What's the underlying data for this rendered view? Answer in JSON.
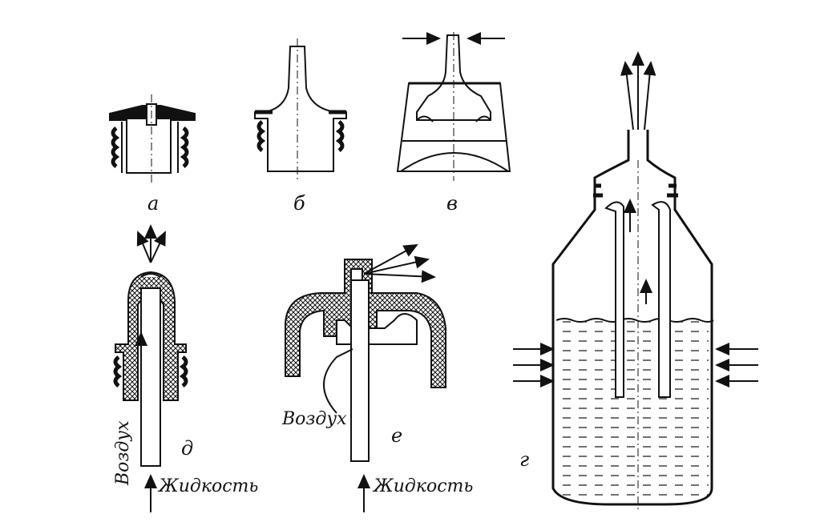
{
  "labels": {
    "a": "а",
    "b": "б",
    "v": "в",
    "g": "г",
    "d": "д",
    "e": "е",
    "air_left": "Воздух",
    "air_center": "Воздух",
    "liquid_left": "Жидкость",
    "liquid_center": "Жидкость"
  },
  "colors": {
    "ink": "#111111",
    "paper": "#ffffff"
  }
}
